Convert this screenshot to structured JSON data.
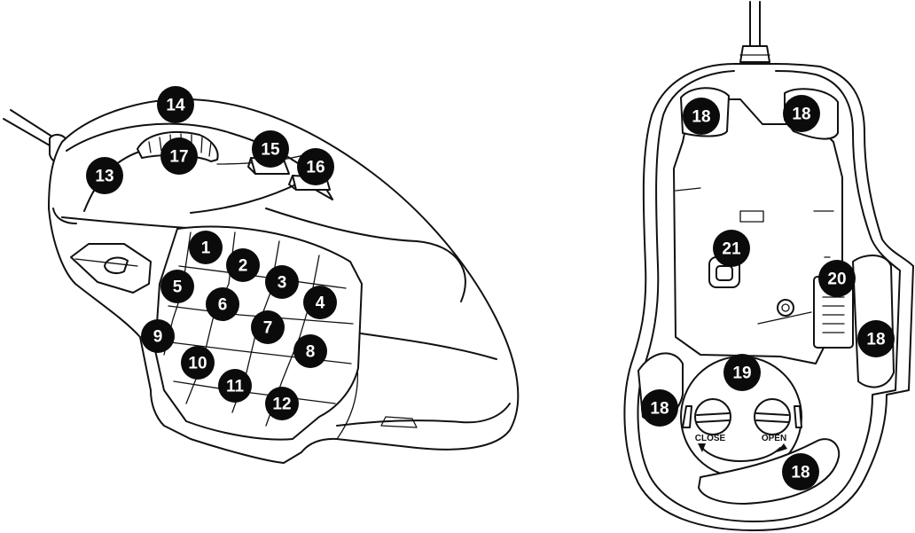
{
  "callouts": [
    {
      "id": "callout-1",
      "label": "1"
    },
    {
      "id": "callout-2",
      "label": "2"
    },
    {
      "id": "callout-3",
      "label": "3"
    },
    {
      "id": "callout-4",
      "label": "4"
    },
    {
      "id": "callout-5",
      "label": "5"
    },
    {
      "id": "callout-6",
      "label": "6"
    },
    {
      "id": "callout-7",
      "label": "7"
    },
    {
      "id": "callout-8",
      "label": "8"
    },
    {
      "id": "callout-9",
      "label": "9"
    },
    {
      "id": "callout-10",
      "label": "10"
    },
    {
      "id": "callout-11",
      "label": "11"
    },
    {
      "id": "callout-12",
      "label": "12"
    },
    {
      "id": "callout-13",
      "label": "13"
    },
    {
      "id": "callout-14",
      "label": "14"
    },
    {
      "id": "callout-15",
      "label": "15"
    },
    {
      "id": "callout-16",
      "label": "16"
    },
    {
      "id": "callout-17",
      "label": "17"
    },
    {
      "id": "callout-18-top-left",
      "label": "18"
    },
    {
      "id": "callout-18-top-right",
      "label": "18"
    },
    {
      "id": "callout-18-right-side",
      "label": "18"
    },
    {
      "id": "callout-18-left-side",
      "label": "18"
    },
    {
      "id": "callout-18-bottom",
      "label": "18"
    },
    {
      "id": "callout-19",
      "label": "19"
    },
    {
      "id": "callout-20",
      "label": "20"
    },
    {
      "id": "callout-21",
      "label": "21"
    }
  ],
  "weight_cover": {
    "close_label": "CLOSE",
    "open_label": "OPEN"
  }
}
